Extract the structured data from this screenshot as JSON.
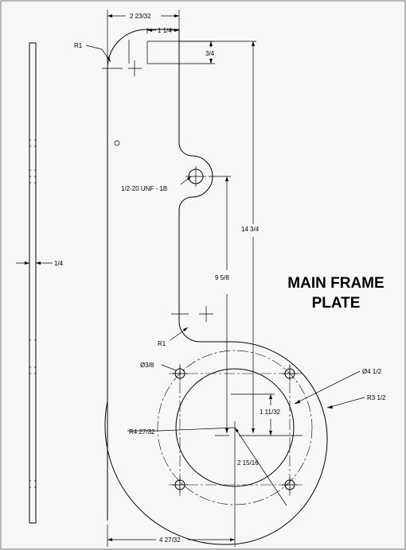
{
  "title": {
    "line1": "MAIN FRAME",
    "line2": "PLATE"
  },
  "dimensions": {
    "top_width": "2 23/32",
    "slot_width": "1 1/4",
    "slot_depth": "3/4",
    "top_radius": "R1",
    "hole_callout": "1/2-20 UNF - 1B",
    "thickness": "1/4",
    "total_height": "14 3/4",
    "center_height": "9 5/8",
    "inner_radius": "R1",
    "bolt_hole_dia": "Ø3/8",
    "bolt_circle_dia": "Ø4 1/2",
    "outer_radius": "R3 1/2",
    "offset_v": "1 11/32",
    "arc_radius": "R4 27/32",
    "offset_h": "2 15/16",
    "bottom_width": "4 27/32"
  }
}
